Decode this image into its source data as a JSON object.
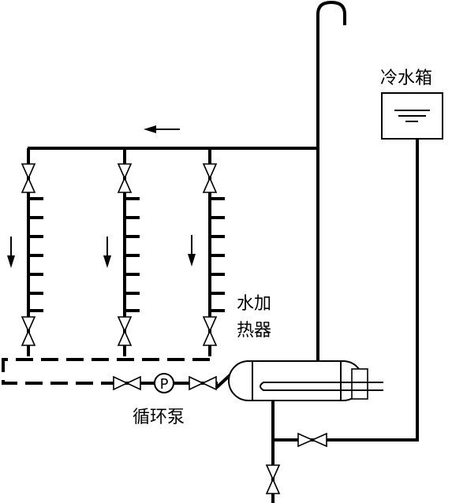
{
  "labels": {
    "cold_tank": "冷水箱",
    "heater_line1": "水加",
    "heater_line2": "热器",
    "pump_name": "循环泵",
    "pump_symbol": "P"
  }
}
